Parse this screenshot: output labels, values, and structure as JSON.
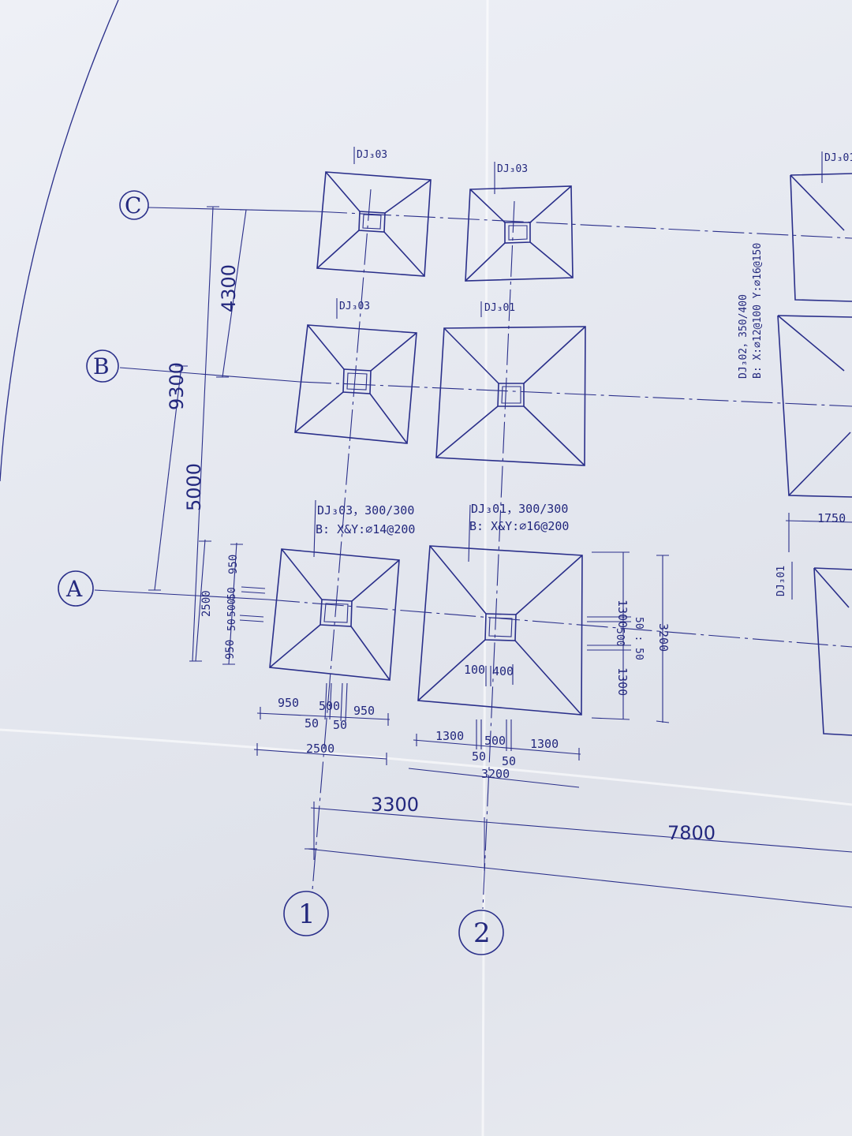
{
  "axes": {
    "rows": [
      "C",
      "B",
      "A"
    ],
    "cols": [
      "1",
      "2"
    ]
  },
  "footings": {
    "c1": "DJ₃03",
    "c2": "DJ₃03",
    "b1": "DJ₃03",
    "b2": "DJ₃01",
    "a1": "DJ₃03，300/300",
    "a1_rebar": "B: X&Y:⌀14@200",
    "a2": "DJ₃01，300/300",
    "a2_rebar": "B: X&Y:⌀16@200",
    "right_top": "DJ₃01",
    "right_mid": "DJ₃02，350/400",
    "right_mid_rebar": "B: X:⌀12@100 Y:⌀16@150",
    "right_bot": "DJ₃01"
  },
  "dims": {
    "c_b": "4300",
    "b_a": "5000",
    "total_y": "9300",
    "a1_y_total": "2500",
    "a1_y_950_top": "950",
    "a1_y_950_bot": "950",
    "a1_y_500": "500",
    "a1_y_50a": "50",
    "a1_y_50b": "50",
    "a1_x_950_left": "950",
    "a1_x_500": "500",
    "a1_x_950_right": "950",
    "a1_x_50a": "50",
    "a1_x_50b": "50",
    "a1_x_total": "2500",
    "a2_x_1300_left": "1300",
    "a2_x_500": "500",
    "a2_x_1300_right": "1300",
    "a2_x_50a": "50",
    "a2_x_50b": "50",
    "a2_x_total": "3200",
    "a2_col_100": "100",
    "a2_col_400": "400",
    "a2_y_1300_top": "1300",
    "a2_y_500": "500",
    "a2_y_50_50": "50 : 50",
    "a2_y_1300_bot": "1300",
    "a2_y_total": "3200",
    "span_1_2": "3300",
    "span_7800": "7800",
    "right_1750": "1750"
  },
  "colors": {
    "ink": "#2a2f8a",
    "paper": "#e6e9f0"
  }
}
